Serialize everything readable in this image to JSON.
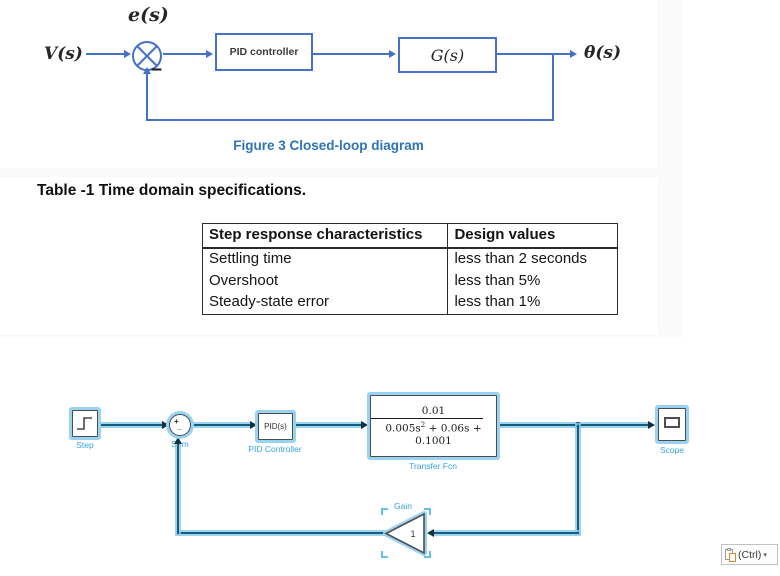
{
  "figure": {
    "error_label": "e(s)",
    "input_label": "V(s)",
    "output_label": "θ(s)",
    "minus_sign": "–",
    "pid_block_label": "PID controller",
    "plant_block_label": "G(s)",
    "caption": "Figure 3 Closed-loop diagram",
    "accent_color": "#4472c4",
    "caption_color": "#2e74b5"
  },
  "table_section": {
    "title": "Table -1 Time domain specifications.",
    "table": {
      "headers": [
        "Step response characteristics",
        "Design values"
      ],
      "rows": [
        [
          "Settling time",
          "less than 2 seconds"
        ],
        [
          "Overshoot",
          "less than 5%"
        ],
        [
          "Steady-state error",
          "less than 1%"
        ]
      ]
    }
  },
  "simulink": {
    "blocks": {
      "step": {
        "label": "Step"
      },
      "sum": {
        "label": "Sum",
        "plus_sign": "+",
        "minus_sign": "_"
      },
      "pid": {
        "text": "PID(s)",
        "label": "PID Controller"
      },
      "transfer_fcn": {
        "numerator": "0.01",
        "den_pre": "0.005s",
        "den_sup": "2",
        "den_post": " + 0.06s + 0.1001",
        "label": "Transfer Fcn"
      },
      "scope": {
        "label": "Scope"
      },
      "gain": {
        "value": "1",
        "label": "Gain"
      }
    },
    "colors": {
      "wire": "#155e79",
      "selection_highlight": "#98d3f2",
      "block_label": "#36a5e0"
    }
  },
  "paste_button": {
    "label": "(Ctrl)",
    "caret": "▾"
  }
}
